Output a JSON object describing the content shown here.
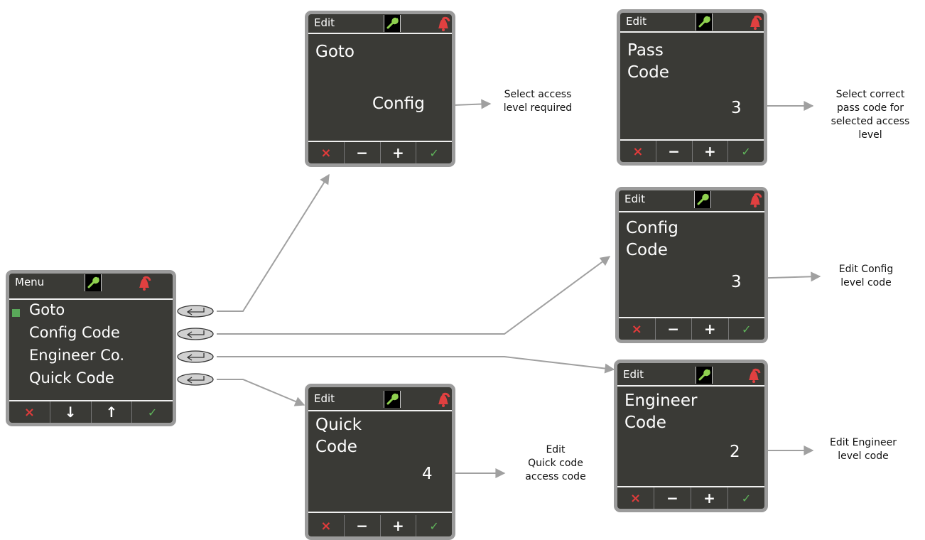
{
  "menu": {
    "header": "Menu",
    "items": [
      "Goto",
      "Config Code",
      "Engineer Co.",
      "Quick Code"
    ],
    "buttons": [
      "×",
      "↓",
      "↑",
      "✓"
    ]
  },
  "screens": {
    "goto": {
      "header": "Edit",
      "title": "Goto",
      "value": "Config"
    },
    "pass": {
      "header": "Edit",
      "title": "Pass\nCode",
      "value": "3"
    },
    "config": {
      "header": "Edit",
      "title": "Config\nCode",
      "value": "3"
    },
    "engineer": {
      "header": "Edit",
      "title": "Engineer\nCode",
      "value": "2"
    },
    "quick": {
      "header": "Edit",
      "title": "Quick\nCode",
      "value": "4"
    }
  },
  "edit_buttons": [
    "×",
    "−",
    "+",
    "✓"
  ],
  "captions": {
    "goto": "Select access\nlevel required",
    "pass": "Select correct\npass code for\nselected access\nlevel",
    "config": "Edit Config\nlevel code",
    "engineer": "Edit Engineer\nlevel code",
    "quick": "Edit\nQuick code\naccess code"
  },
  "icons": {
    "wrench": "wrench-icon",
    "bell": "alarm-bell-icon",
    "enter": "enter-key-icon"
  },
  "colors": {
    "screen_bg": "#3a3a36",
    "bezel": "#9b9b9b",
    "cancel": "#e23b3b",
    "confirm": "#5fb35a",
    "wrench": "#8fd14f",
    "bell": "#e04040",
    "arrow": "#a0a0a0"
  }
}
